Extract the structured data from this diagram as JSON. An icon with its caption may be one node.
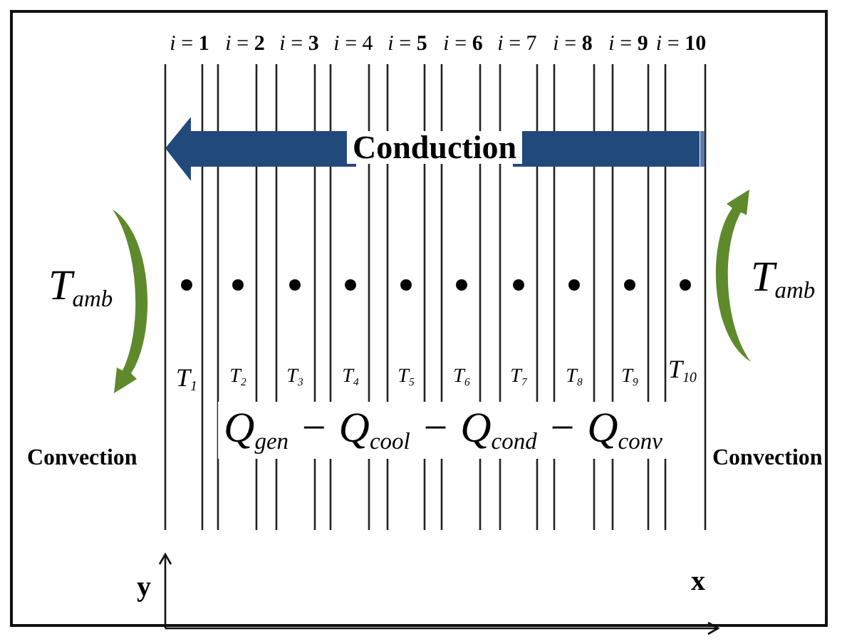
{
  "diagram": {
    "labels": [
      "*i* = **1**",
      "*i* = **2**",
      "*i* = **3**",
      "*i* = 4",
      "*i* = **5**",
      "*i* = **6**",
      "*i* = 7",
      "*i* = **8**",
      "*i* = **9**",
      "*i* = **10**",
      "Conduction",
      "T$_{amb}$",
      "T$_{amb}$",
      "T$_{1}$",
      "T$_{2}$",
      "T$_{3}$",
      "T$_{4}$",
      "T$_{5}$",
      "T$_{6}$",
      "T$_{7}$",
      "T$_{8}$",
      "T$_{9}$",
      "T$_{10}$",
      "Q$_{gen}$ − Q$_{cool}$ − Q$_{cond}$ − Q$_{conv}$",
      "Convection",
      "Convection",
      "y",
      "x"
    ]
  }
}
